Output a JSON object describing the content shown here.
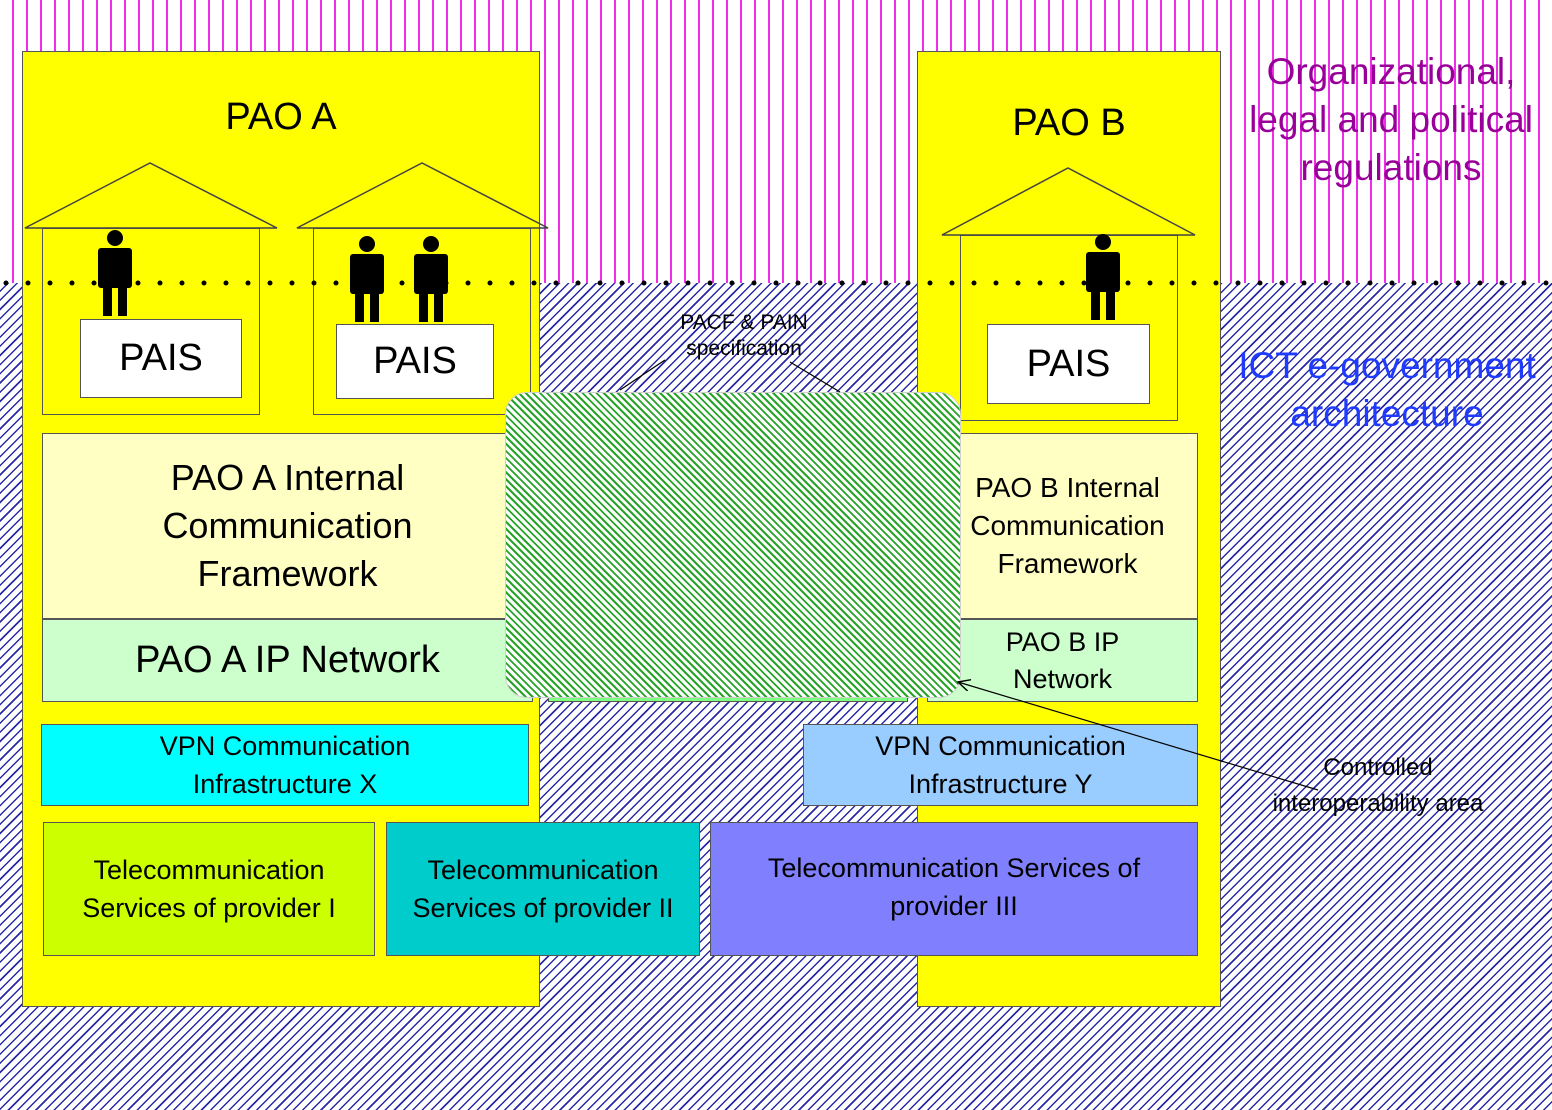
{
  "pao_a": {
    "title": "PAO A",
    "pais_left": "PAIS",
    "pais_right": "PAIS",
    "internal_framework": "PAO A Internal Communication Framework",
    "ip_network": "PAO A IP Network"
  },
  "pao_b": {
    "title": "PAO B",
    "pais": "PAIS",
    "internal_framework": "PAO B Internal Communication Framework",
    "ip_network": "PAO B IP Network"
  },
  "vpn": {
    "x": "VPN Communication Infrastructure  X",
    "y": "VPN Communication Infrastructure  Y"
  },
  "telecom": {
    "provider_1": "Telecommunication Services of provider I",
    "provider_2": "Telecommunication Services of provider II",
    "provider_3": "Telecommunication Services of provider III"
  },
  "side_labels": {
    "organizational": "Organizational, legal and political regulations",
    "ict": "ICT e-government architecture"
  },
  "annotations": {
    "spec": "PACF & PAIN specification",
    "controlled_area": "Controlled interoperability area"
  },
  "colors": {
    "pao_fill": "#ffff00",
    "regulation_stripes": "#ee2ee8",
    "ict_hatch": "#2a2aa8",
    "interop_hatch": "#27a427",
    "vpn_x": "#00ffff",
    "vpn_y": "#99ccff",
    "provider_1": "#ccff00",
    "provider_2": "#00cccc",
    "provider_3": "#8080ff"
  }
}
